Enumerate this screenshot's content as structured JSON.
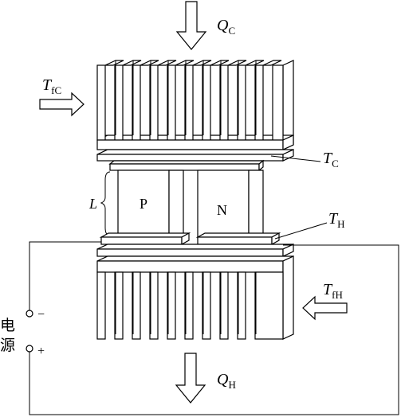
{
  "labels": {
    "q_c": {
      "main": "Q",
      "sub": "C"
    },
    "t_fc": {
      "main": "T",
      "sub": "fC"
    },
    "t_c": {
      "main": "T",
      "sub": "C"
    },
    "length": "L",
    "p_leg": "P",
    "n_leg": "N",
    "t_h": {
      "main": "T",
      "sub": "H"
    },
    "t_fh": {
      "main": "T",
      "sub": "fH"
    },
    "q_h": {
      "main": "Q",
      "sub": "H"
    },
    "power_supply_line1": "电",
    "power_supply_line2": "源",
    "minus_terminal": "−",
    "plus_terminal": "+"
  },
  "colors": {
    "stroke": "#000000",
    "fill": "#ffffff"
  }
}
